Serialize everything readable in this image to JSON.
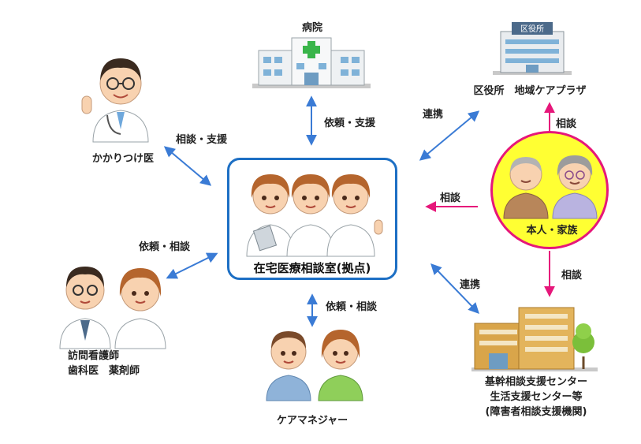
{
  "hub": {
    "title": "在宅医療相談室(拠点)"
  },
  "nodes": {
    "hospital": "病院",
    "ward_office_label": "区役所",
    "ward_office": "区役所　地域ケアプラザ",
    "family_doctor": "かかりつけ医",
    "self_family": "本人・家族",
    "home_nurse": [
      "訪問看護師",
      "歯科医　薬剤師"
    ],
    "care_manager": "ケアマネジャー",
    "support_center": [
      "基幹相談支援センター",
      "生活支援センター等",
      "(障害者相談支援機関)"
    ]
  },
  "edges": {
    "hospital": "依頼・支援",
    "family_doctor": "相談・支援",
    "ward_office": "連携",
    "self_family_to_ward": "相談",
    "self_family_to_hub": "相談",
    "home_nurse": "依頼・相談",
    "care_manager": "依頼・相談",
    "support_center": "連携",
    "self_family_to_center": "相談"
  },
  "colors": {
    "blue_arrow": "#3a7bd5",
    "pink_arrow": "#e6177a",
    "hub_border": "#1d6fc4",
    "circle_fill": "#ffff33"
  }
}
